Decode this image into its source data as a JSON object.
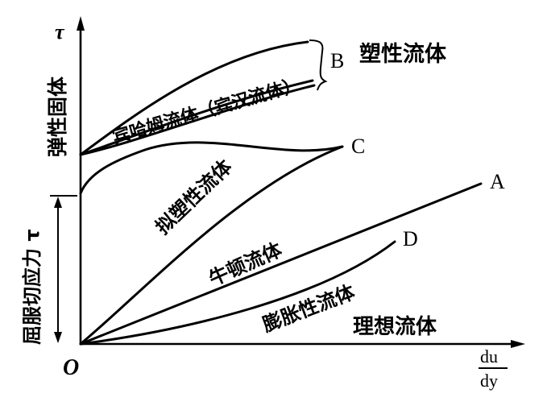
{
  "axes": {
    "y_symbol": "τ",
    "origin": "O",
    "x_numerator": "du",
    "x_denominator": "dy"
  },
  "left_labels": {
    "elastic_solid": "弹性固体",
    "yield_shear_stress": "屈服切应力 τ"
  },
  "curves": [
    {
      "id": "B",
      "letter": "B",
      "name": "宾哈姆流体（宾汉流体）",
      "extra": "塑性流体"
    },
    {
      "id": "C",
      "letter": "C",
      "name": "拟塑性流体"
    },
    {
      "id": "A",
      "letter": "A",
      "name": "牛顿流体"
    },
    {
      "id": "D",
      "letter": "D",
      "name": "膨胀性流体"
    }
  ],
  "ideal_fluid": "理想流体"
}
